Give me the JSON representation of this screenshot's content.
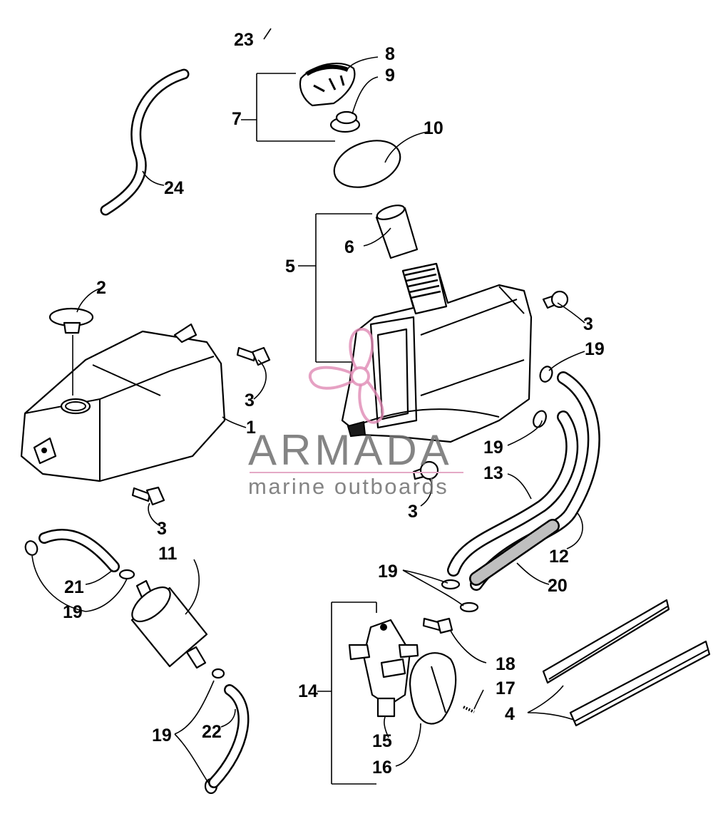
{
  "callouts": {
    "c1": "1",
    "c2": "2",
    "c3a": "3",
    "c3b": "3",
    "c3c": "3",
    "c3d": "3",
    "c4": "4",
    "c5": "5",
    "c6": "6",
    "c7": "7",
    "c8": "8",
    "c9": "9",
    "c10": "10",
    "c11": "11",
    "c12": "12",
    "c13": "13",
    "c14": "14",
    "c15": "15",
    "c16": "16",
    "c17": "17",
    "c18": "18",
    "c19a": "19",
    "c19b": "19",
    "c19c": "19",
    "c19d": "19",
    "c19e": "19",
    "c20": "20",
    "c21": "21",
    "c22": "22",
    "c23": "23",
    "c24": "24"
  },
  "watermark": {
    "brand": "ARMADA",
    "tagline": "marine outboards",
    "line_color": "#e4a9c6",
    "logo_color": "#e08ab4",
    "text_color": "#6f6f6f"
  },
  "icons": {
    "watermark_logo": "propeller-logo-icon"
  }
}
